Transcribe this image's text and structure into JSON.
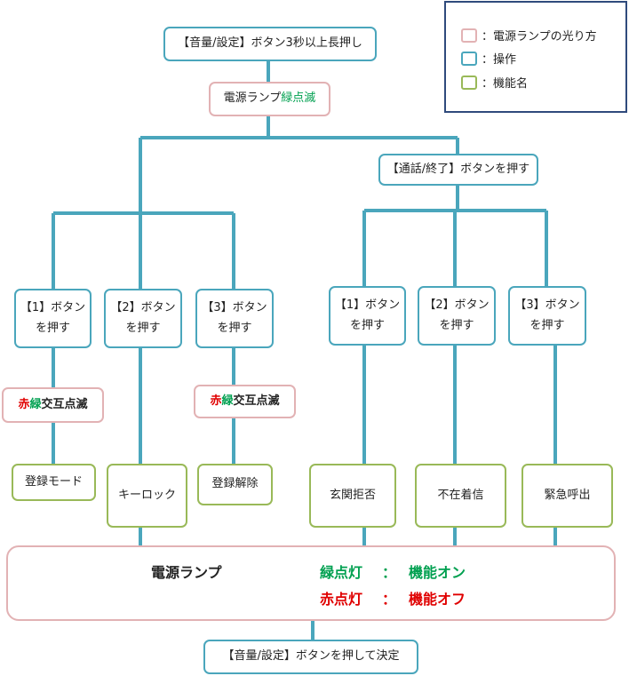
{
  "legend": {
    "lamp_label": "：電源ランプの光り方",
    "op_label": "：操作",
    "fn_label": "：機能名",
    "lamp_color": "#e2b2b4",
    "op_color": "#4aa6bc",
    "fn_color": "#99b958"
  },
  "top": {
    "start_op": "【音量/設定】ボタン3秒以上長押し",
    "lamp_prefix": "電源ランプ",
    "lamp_state": "緑点滅"
  },
  "call_op": "【通話/終了】ボタンを押す",
  "left_ops": [
    {
      "line1": "【1】ボタン",
      "line2": "を押す"
    },
    {
      "line1": "【2】ボタン",
      "line2": "を押す"
    },
    {
      "line1": "【3】ボタン",
      "line2": "を押す"
    }
  ],
  "right_ops": [
    {
      "line1": "【1】ボタン",
      "line2": "を押す"
    },
    {
      "line1": "【2】ボタン",
      "line2": "を押す"
    },
    {
      "line1": "【3】ボタン",
      "line2": "を押す"
    }
  ],
  "alt_blink": {
    "red": "赤",
    "green": "緑",
    "rest": "交互点滅"
  },
  "functions": [
    "登録モード",
    "キーロック",
    "登録解除",
    "玄関拒否",
    "不在着信",
    "緊急呼出"
  ],
  "status": {
    "title": "電源ランプ",
    "green_state": "緑点灯",
    "green_meaning": "機能オン",
    "red_state": "赤点灯",
    "red_meaning": "機能オフ",
    "colon": "："
  },
  "confirm_op": "【音量/設定】ボタンを押して決定",
  "colors": {
    "line": "#4aa6bc",
    "red": "#e00000",
    "green": "#00a050",
    "legend_border": "#2f4a7c"
  }
}
